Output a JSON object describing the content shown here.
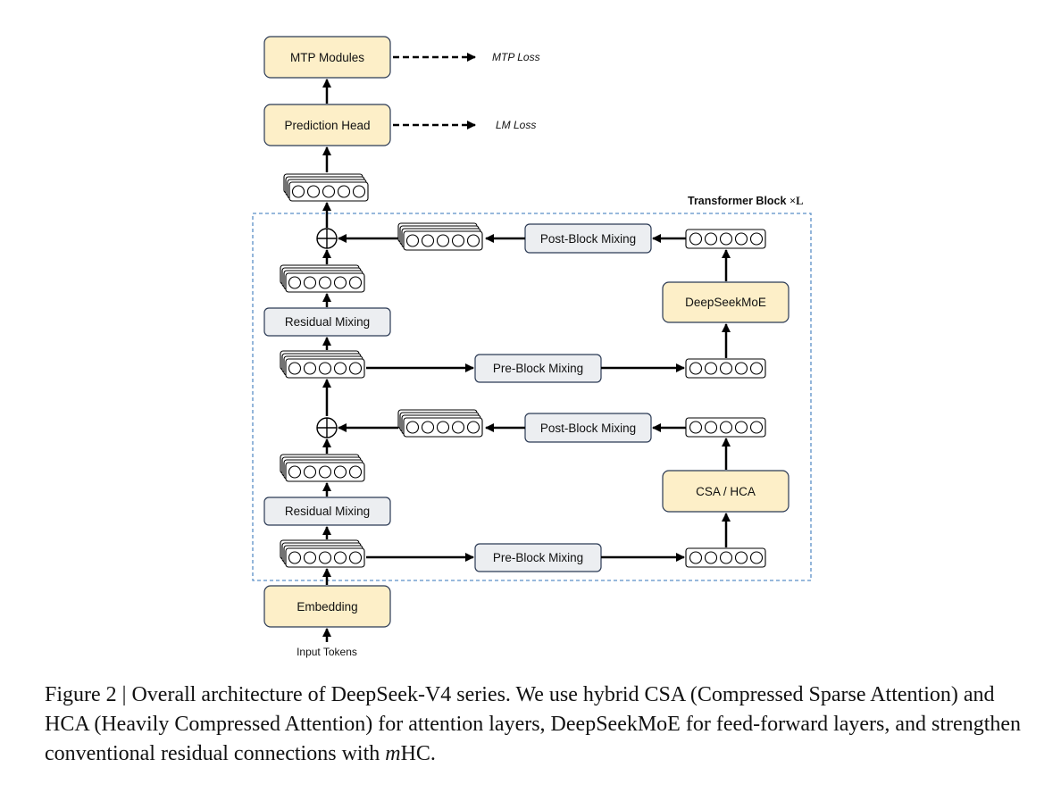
{
  "diagram": {
    "nodes": {
      "mtp_modules": "MTP Modules",
      "prediction_head": "Prediction Head",
      "embedding": "Embedding",
      "residual_mixing_upper": "Residual Mixing",
      "residual_mixing_lower": "Residual Mixing",
      "pre_block_mixing_upper": "Pre-Block Mixing",
      "pre_block_mixing_lower": "Pre-Block Mixing",
      "post_block_mixing_upper": "Post-Block Mixing",
      "post_block_mixing_lower": "Post-Block Mixing",
      "deepseekmoe": "DeepSeekMoE",
      "csa_hca": "CSA / HCA"
    },
    "losses": {
      "mtp_loss": "MTP Loss",
      "lm_loss": "LM Loss"
    },
    "input_label": "Input Tokens",
    "transformer_block": {
      "label": "Transformer Block",
      "multiplier": "×L"
    },
    "colors": {
      "yellow_box": "#fdefc8",
      "gray_box": "#eceef1",
      "box_border": "#2b3a55",
      "dashed_frame": "#5b8fc7",
      "arrow": "#000000"
    }
  },
  "caption": {
    "prefix": "Figure 2 | Overall architecture of DeepSeek-V4 series. We use hybrid CSA (Compressed Sparse Attention) and HCA (Heavily Compressed Attention) for attention layers, DeepSeekMoE for feed-forward layers, and strengthen conventional residual connections with ",
    "italic": "m",
    "suffix": "HC."
  }
}
